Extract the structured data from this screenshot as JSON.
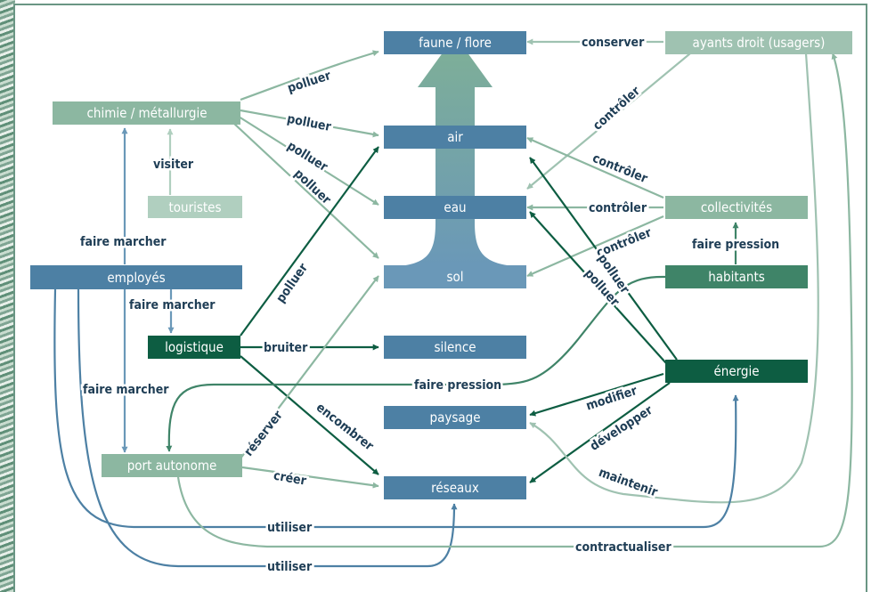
{
  "colors": {
    "blue": "#4d80a4",
    "blue_light": "#6a98b8",
    "green_light": "#8cb7a1",
    "green_pale": "#b0cfbf",
    "green_mid": "#3f8468",
    "green_dark": "#0d5d42",
    "gray_green": "#7fa896",
    "sage": "#9fc2b1",
    "label_text": "#1e3d55",
    "node_text": "#ffffff"
  },
  "nodes": {
    "faune_flore": "faune / flore",
    "air": "air",
    "eau": "eau",
    "sol": "sol",
    "silence": "silence",
    "paysage": "paysage",
    "reseaux": "réseaux",
    "chimie": "chimie / métallurgie",
    "touristes": "touristes",
    "employes": "employés",
    "logistique": "logistique",
    "port": "port autonome",
    "ayants": "ayants droit (usagers)",
    "collectivites": "collectivités",
    "habitants": "habitants",
    "energie": "énergie"
  },
  "labels": {
    "conserver": "conserver",
    "polluer": "polluer",
    "controler": "contrôler",
    "visiter": "visiter",
    "faire_marcher": "faire marcher",
    "faire_pression": "faire pression",
    "bruiter": "bruiter",
    "reserver": "réserver",
    "encombrer": "encombrer",
    "creer": "créer",
    "modifier": "modifier",
    "developper": "développer",
    "maintenir": "maintenir",
    "utiliser": "utiliser",
    "contractualiser": "contractualiser"
  }
}
